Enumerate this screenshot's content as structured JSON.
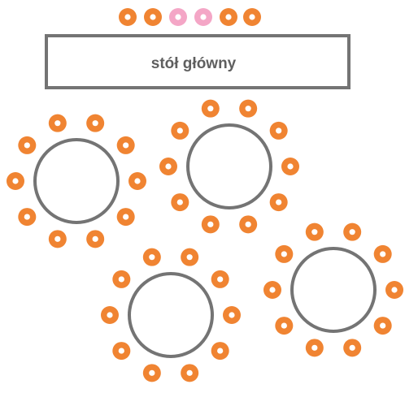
{
  "head_table": {
    "label": "stół główny"
  },
  "colors": {
    "outline": "#747474",
    "seat_guest": "#f08432",
    "seat_vip": "#f4a6c6",
    "seat_center": "#ffffff",
    "label": "#5f5f5f"
  },
  "head_table_seats": [
    "guest",
    "guest",
    "vip",
    "vip",
    "guest",
    "guest"
  ],
  "round_tables": [
    {
      "name": "table-1",
      "seats": 10
    },
    {
      "name": "table-2",
      "seats": 10
    },
    {
      "name": "table-3",
      "seats": 10
    },
    {
      "name": "table-4",
      "seats": 10
    }
  ]
}
